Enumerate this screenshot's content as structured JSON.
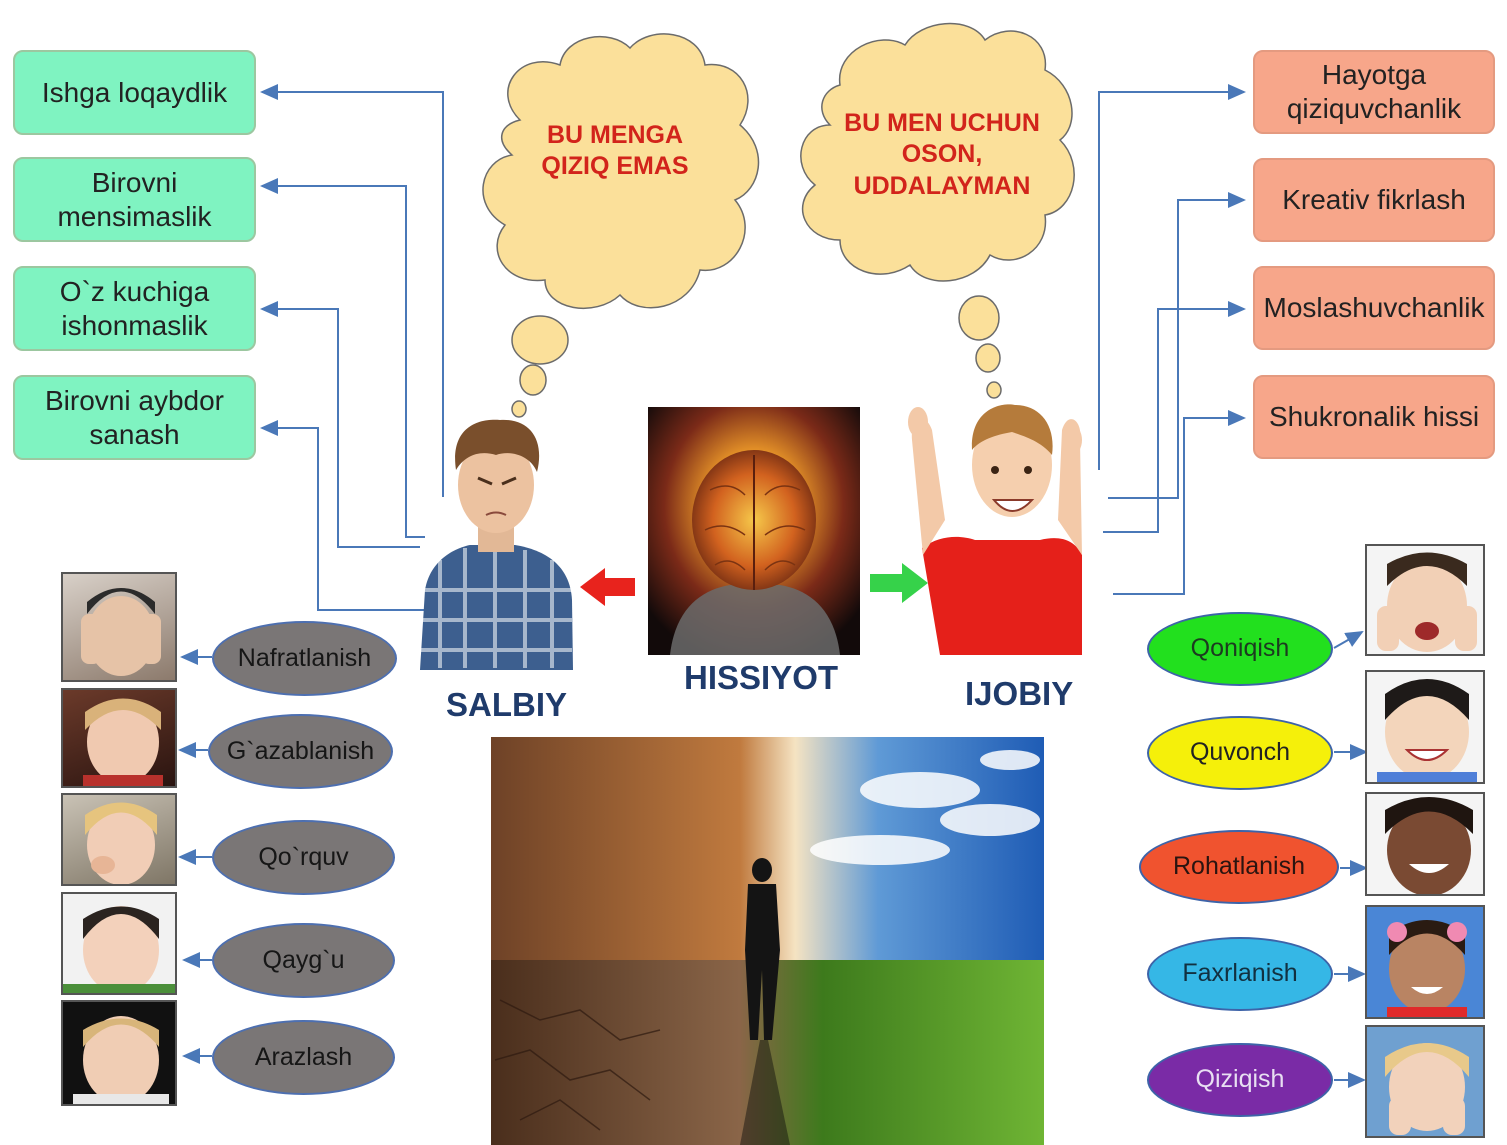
{
  "negative_reasons": [
    "Ishga loqaydlik",
    "Birovni mensimaslik",
    "O`z kuchiga ishonmaslik",
    "Birovni aybdor sanash"
  ],
  "positive_reasons": [
    "Hayotga qiziquvchanlik",
    "Kreativ fikrlash",
    "Moslashuvchanlik",
    "Shukronalik hissi"
  ],
  "negative_thought": "BU MENGA QIZIQ EMAS",
  "positive_thought": "BU MEN UCHUN OSON, UDDALAYMAN",
  "center_label": "HISSIYOT",
  "negative_label": "SALBIY",
  "positive_label": "IJOBIY",
  "negative_emotions": [
    "Nafratlanish",
    "G`azablanish",
    "Qo`rquv",
    "Qayg`u",
    "Arazlash"
  ],
  "positive_emotions": [
    {
      "label": "Qoniqish",
      "color": "#22e01e"
    },
    {
      "label": "Quvonch",
      "color": "#f5f00a"
    },
    {
      "label": "Rohatlanish",
      "color": "#f0532f"
    },
    {
      "label": "Faxrlanish",
      "color": "#35b7e6"
    },
    {
      "label": "Qiziqish",
      "color": "#7a2ba6"
    }
  ],
  "colors": {
    "negative_box": "#7ff3c1",
    "positive_box": "#f7a68a",
    "cloud": "#fbe09a",
    "connector": "#4a78b8",
    "arrow_red": "#e8231d",
    "arrow_green": "#36d24a"
  },
  "icons": [
    "sad-boy-figure",
    "happy-boy-figure",
    "glowing-brain",
    "person-landscape-image"
  ]
}
